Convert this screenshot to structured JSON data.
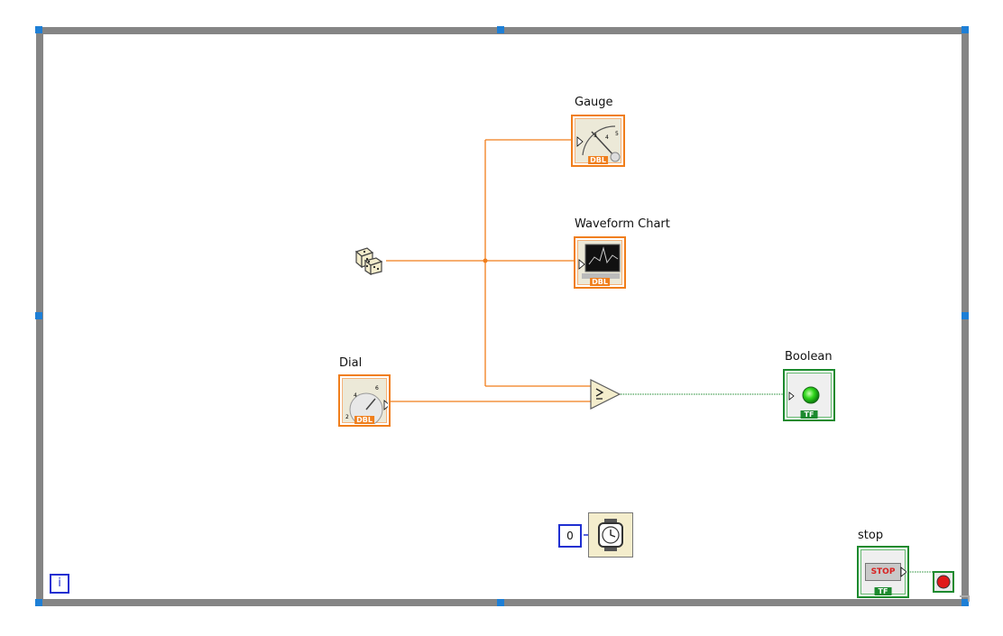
{
  "nodes": {
    "gauge_label": "Gauge",
    "gauge_type": "DBL",
    "chart_label": "Waveform Chart",
    "chart_type": "DBL",
    "dial_label": "Dial",
    "dial_type": "DBL",
    "boolean_label": "Boolean",
    "boolean_type": "TF",
    "stop_label": "stop",
    "stop_button_text": "STOP",
    "stop_type": "TF",
    "wait_constant": "0",
    "iteration_terminal": "i",
    "random_icon": "dice-icon",
    "compare_icon": "greater-or-equal-icon",
    "wait_icon": "wait-ms-icon"
  },
  "colors": {
    "loop_border": "#858585",
    "handle": "#1e7fd6",
    "numeric_wire": "#f07e1b",
    "boolean_wire": "#1c8a2e",
    "integer_terminal": "#1f2fd1"
  }
}
